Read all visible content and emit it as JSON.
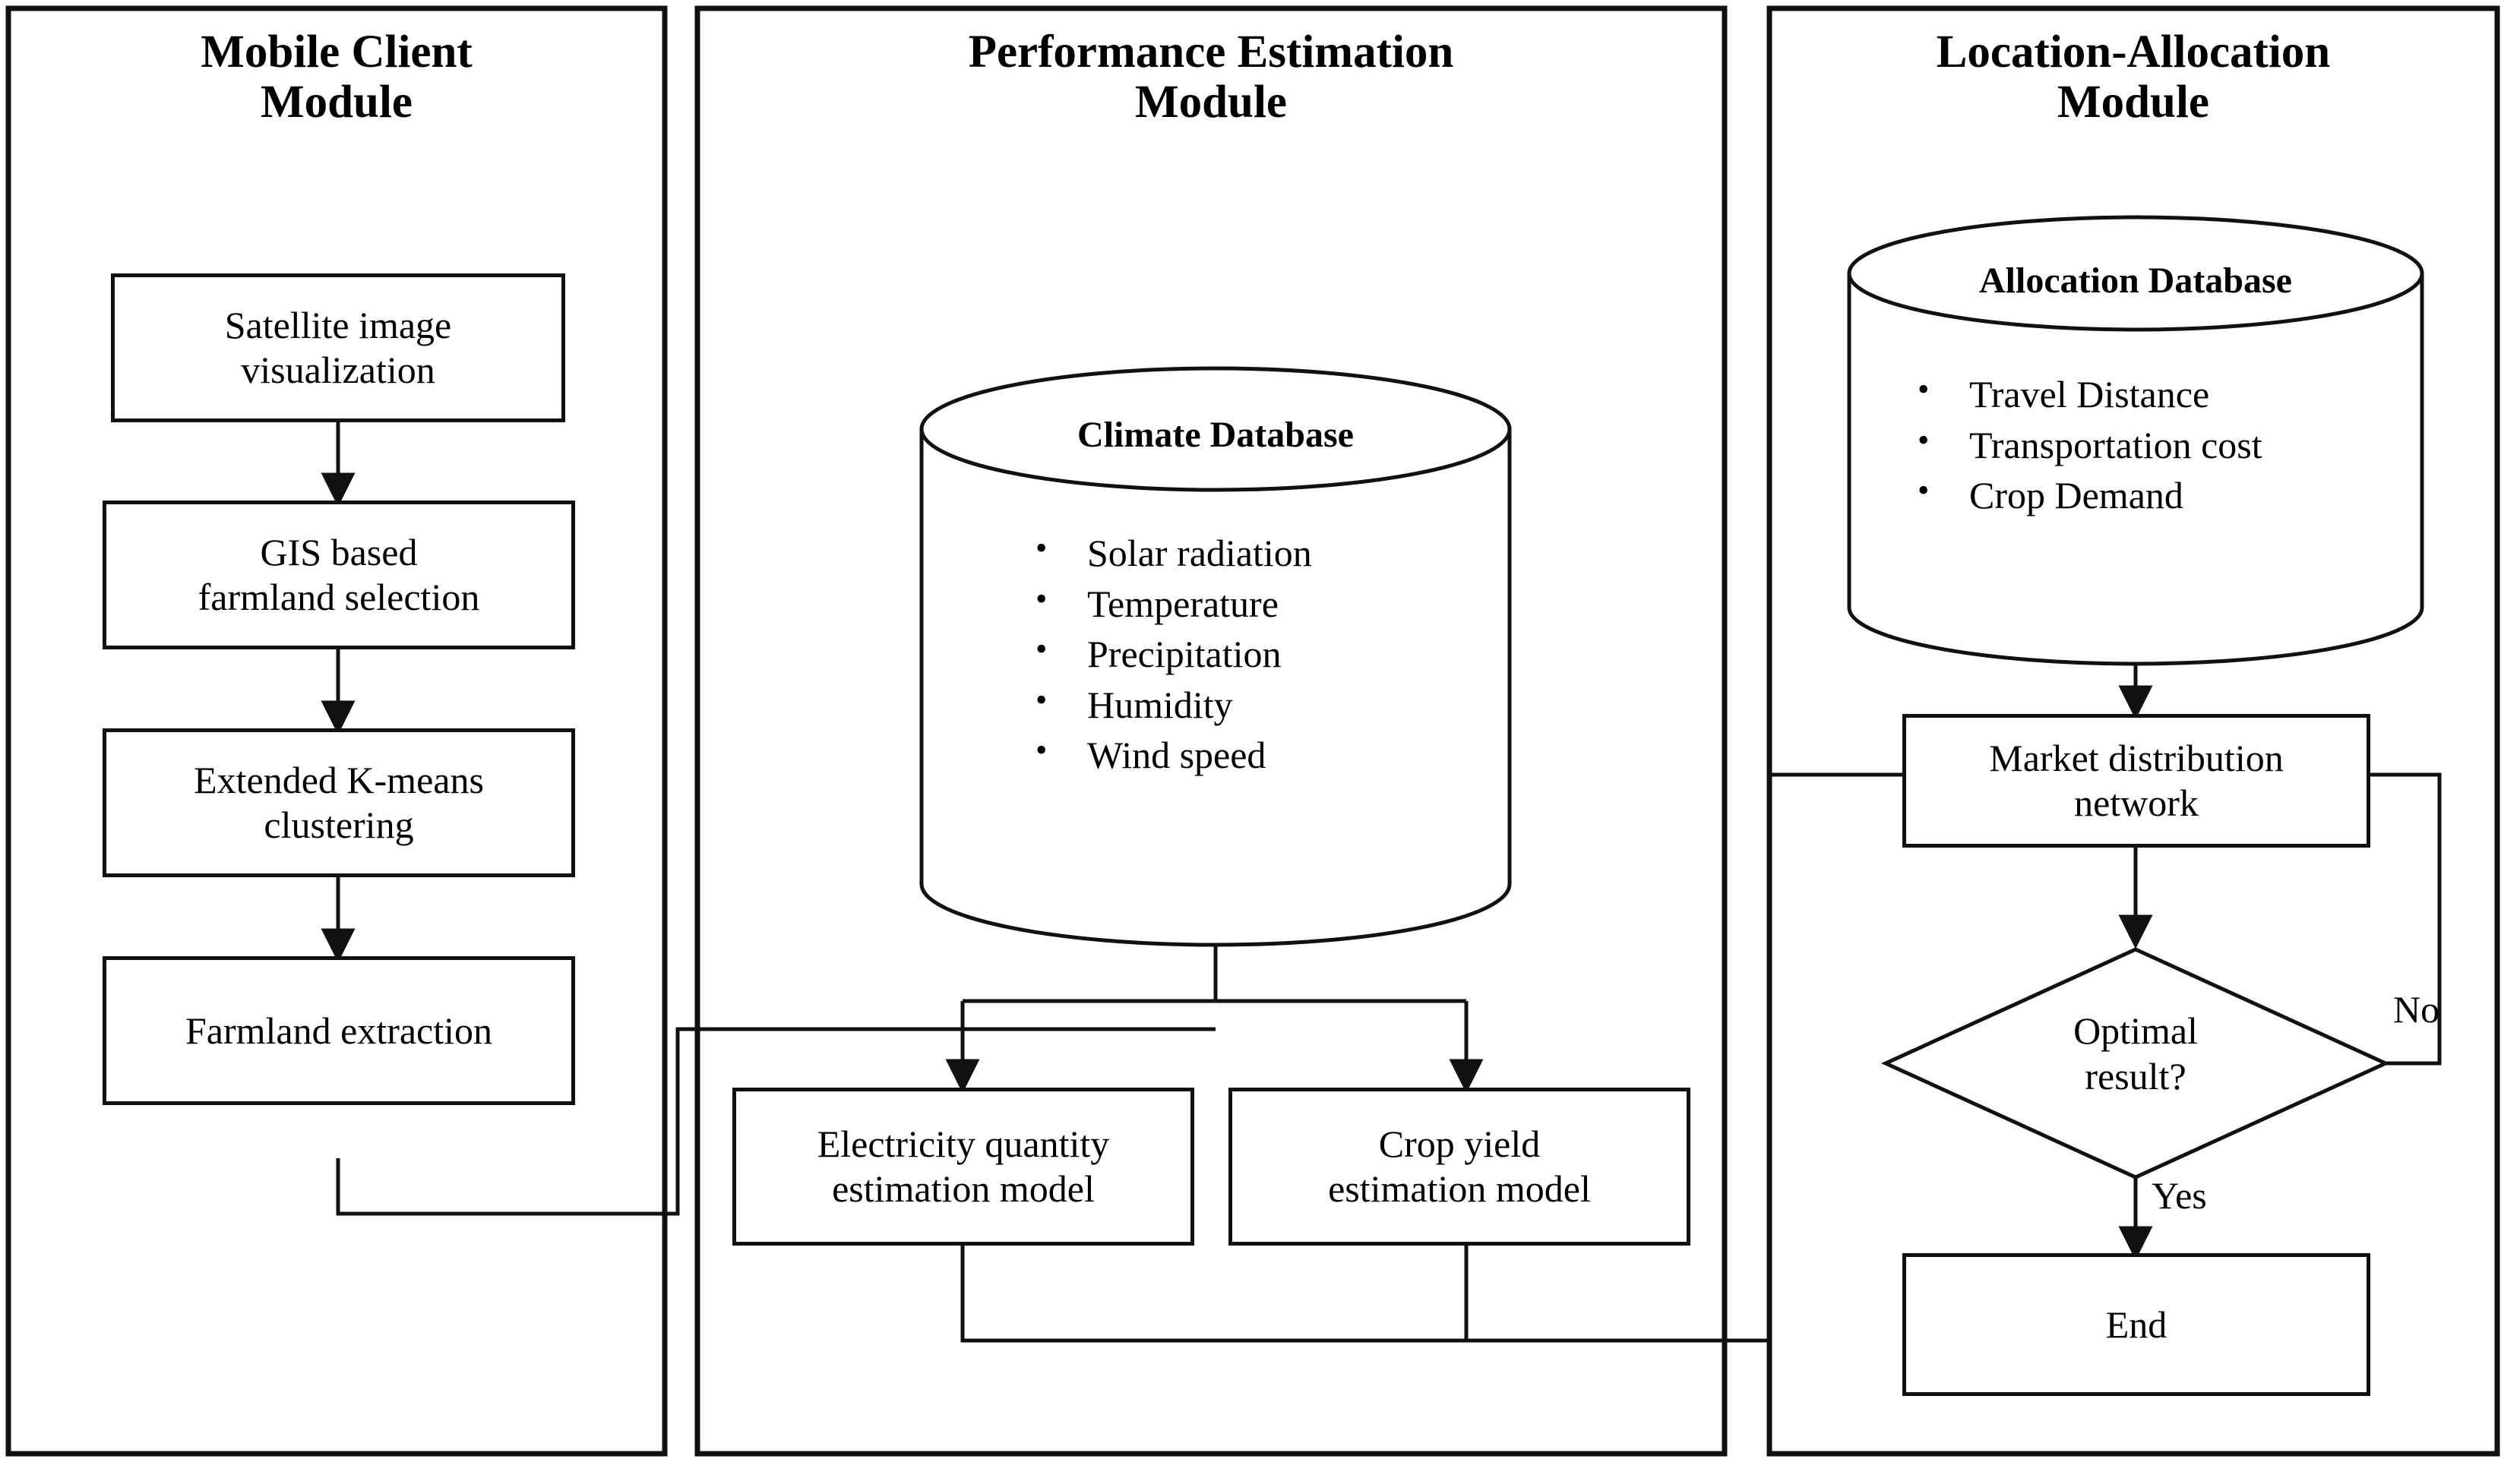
{
  "modules": [
    {
      "id": "mobile-client",
      "title": "Mobile Client\nModule"
    },
    {
      "id": "performance-estimation",
      "title": "Performance Estimation\nModule"
    },
    {
      "id": "location-allocation",
      "title": "Location-Allocation\nModule"
    }
  ],
  "module_titles": {
    "mobile_line1": "Mobile Client",
    "mobile_line2": "Module",
    "performance_line1": "Performance Estimation",
    "performance_line2": "Module",
    "location_line1": "Location-Allocation",
    "location_line2": "Module"
  },
  "mobile_client": {
    "nodes": [
      {
        "id": "satellite-image-visualization",
        "label": "Satellite image\nvisualization"
      },
      {
        "id": "gis-based-farmland-selection",
        "label": "GIS based\nfarmland selection"
      },
      {
        "id": "extended-kmeans-clustering",
        "label": "Extended K-means\nclustering"
      },
      {
        "id": "farmland-extraction",
        "label": "Farmland extraction"
      }
    ]
  },
  "performance_estimation": {
    "database": {
      "id": "climate-database",
      "title": "Climate Database",
      "items": [
        "Solar radiation",
        "Temperature",
        "Precipitation",
        "Humidity",
        "Wind speed"
      ]
    },
    "nodes": [
      {
        "id": "electricity-quantity-estimation-model",
        "label": "Electricity quantity\nestimation model"
      },
      {
        "id": "crop-yield-estimation-model",
        "label": "Crop yield\nestimation model"
      }
    ]
  },
  "location_allocation": {
    "database": {
      "id": "allocation-database",
      "title": "Allocation Database",
      "items": [
        "Travel Distance",
        "Transportation cost",
        "Crop Demand"
      ]
    },
    "nodes": [
      {
        "id": "market-distribution-network",
        "label": "Market distribution\nnetwork"
      },
      {
        "id": "optimal-result-decision",
        "label": "Optimal\nresult?"
      },
      {
        "id": "end",
        "label": "End"
      }
    ],
    "edge_labels": {
      "no": "No",
      "yes": "Yes"
    }
  },
  "colors": {
    "stroke": "#111111",
    "background": "#ffffff",
    "text": "#000000"
  }
}
